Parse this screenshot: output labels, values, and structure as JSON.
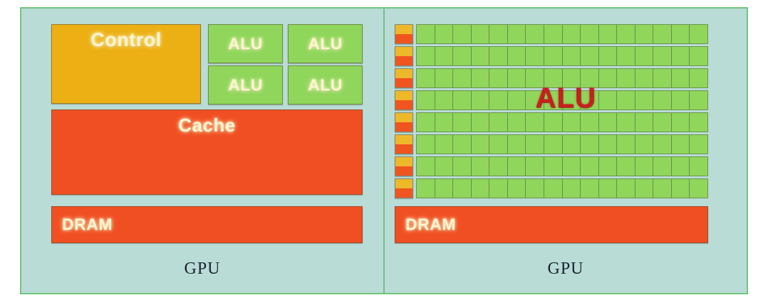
{
  "figure": {
    "title": "CPU/GPU architecture comparison diagram",
    "background_color": "#ffffff",
    "panel_background": "#b9dcd7",
    "panel_border_color": "#73c37d"
  },
  "colors": {
    "control": "#edb014",
    "alu": "#8fd65b",
    "memory": "#f04f23",
    "grid_head_top": "#edb82a",
    "grid_head_bottom": "#f0541f",
    "alu_text_red": "#c81f1f",
    "block_text": "#fdf4d0",
    "caption_text": "#1b2330"
  },
  "left_panel": {
    "caption": "GPU",
    "control": {
      "label": "Control"
    },
    "alus": [
      {
        "label": "ALU"
      },
      {
        "label": "ALU"
      },
      {
        "label": "ALU"
      },
      {
        "label": "ALU"
      }
    ],
    "cache": {
      "label": "Cache"
    },
    "dram": {
      "label": "DRAM"
    }
  },
  "right_panel": {
    "caption": "GPU",
    "grid": {
      "rows": 8,
      "columns": 16,
      "overlay_label": "ALU",
      "row_header_label": "control-memory-pair"
    },
    "dram": {
      "label": "DRAM"
    }
  }
}
